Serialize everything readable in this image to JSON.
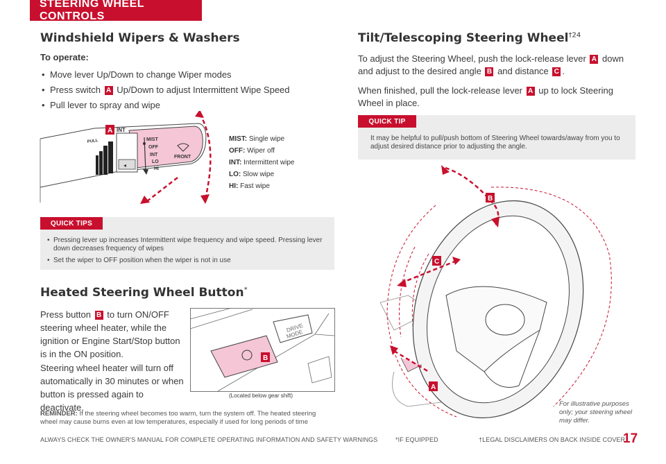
{
  "header": {
    "tab": "STEERING WHEEL CONTROLS"
  },
  "wipers": {
    "title": "Windshield Wipers & Washers",
    "to_operate": "To operate:",
    "bullet1": "Move lever Up/Down to change Wiper modes",
    "bullet2_pre": "Press switch",
    "bullet2_badge": "A",
    "bullet2_post": "Up/Down to adjust Intermittent Wipe Speed",
    "bullet3": "Pull lever to spray and wipe",
    "figure": {
      "badge": "A",
      "pull": "PULL",
      "int": "INT",
      "mist": "MIST",
      "off": "OFF",
      "int2": "INT",
      "lo": "LO",
      "hi": "HI",
      "front": "FRONT"
    },
    "legend": [
      {
        "key": "MIST:",
        "value": "Single wipe"
      },
      {
        "key": "OFF:",
        "value": "Wiper off"
      },
      {
        "key": "INT:",
        "value": "Intermittent wipe"
      },
      {
        "key": "LO:",
        "value": "Slow wipe"
      },
      {
        "key": "HI:",
        "value": "Fast wipe"
      }
    ],
    "quick_tips": {
      "label": "QUICK TIPS",
      "tip1": "Pressing lever up increases Intermittent wipe frequency and wipe speed. Pressing lever down decreases frequency of wipes",
      "tip2": "Set the wiper to OFF position when the wiper is not in use"
    }
  },
  "heated": {
    "title": "Heated Steering Wheel Button",
    "title_sup": "*",
    "para1_pre": "Press button",
    "para1_badge": "B",
    "para1_post": "to turn ON/OFF steering wheel heater, while the ignition or Engine Start/Stop button is in the ON position.",
    "para2": "Steering wheel heater will turn off automatically in 30 minutes or when button is pressed again to deactivate.",
    "figure": {
      "badge": "B",
      "drive_mode_1": "DRIVE",
      "drive_mode_2": "MODE",
      "caption": "(Located below gear shift)"
    },
    "reminder_label": "REMINDER:",
    "reminder_text": "If the steering wheel becomes too warm, turn the system off. The heated steering wheel may cause burns even at low temperatures, especially if used for long periods of time"
  },
  "tilt": {
    "title": "Tilt/Telescoping Steering Wheel",
    "title_sup": "†24",
    "para1_a": "To adjust the Steering Wheel, push the lock-release lever",
    "para1_badge_a": "A",
    "para1_b": "down and adjust to the desired angle",
    "para1_badge_b": "B",
    "para1_c": "and distance",
    "para1_badge_c": "C",
    "para1_d": ".",
    "para2_a": "When finished, pull the lock-release lever",
    "para2_badge": "A",
    "para2_b": "up to lock Steering Wheel in place.",
    "quick_tip": {
      "label": "QUICK TIP",
      "text": "It may be helpful to pull/push bottom of Steering Wheel towards/away from you to adjust desired distance prior to adjusting the angle."
    },
    "figure": {
      "badge_a": "A",
      "badge_b": "B",
      "badge_c": "C"
    },
    "illustrative": "For illustrative purposes only; your steering wheel may differ."
  },
  "footer": {
    "left": "ALWAYS CHECK THE OWNER'S MANUAL FOR COMPLETE OPERATING INFORMATION AND SAFETY WARNINGS",
    "mid": "*IF EQUIPPED",
    "right": "†LEGAL DISCLAIMERS ON BACK INSIDE COVER",
    "page": "17"
  },
  "colors": {
    "accent": "#c8102e",
    "tip_bg": "#ececec",
    "pink": "#f5c6d6"
  }
}
